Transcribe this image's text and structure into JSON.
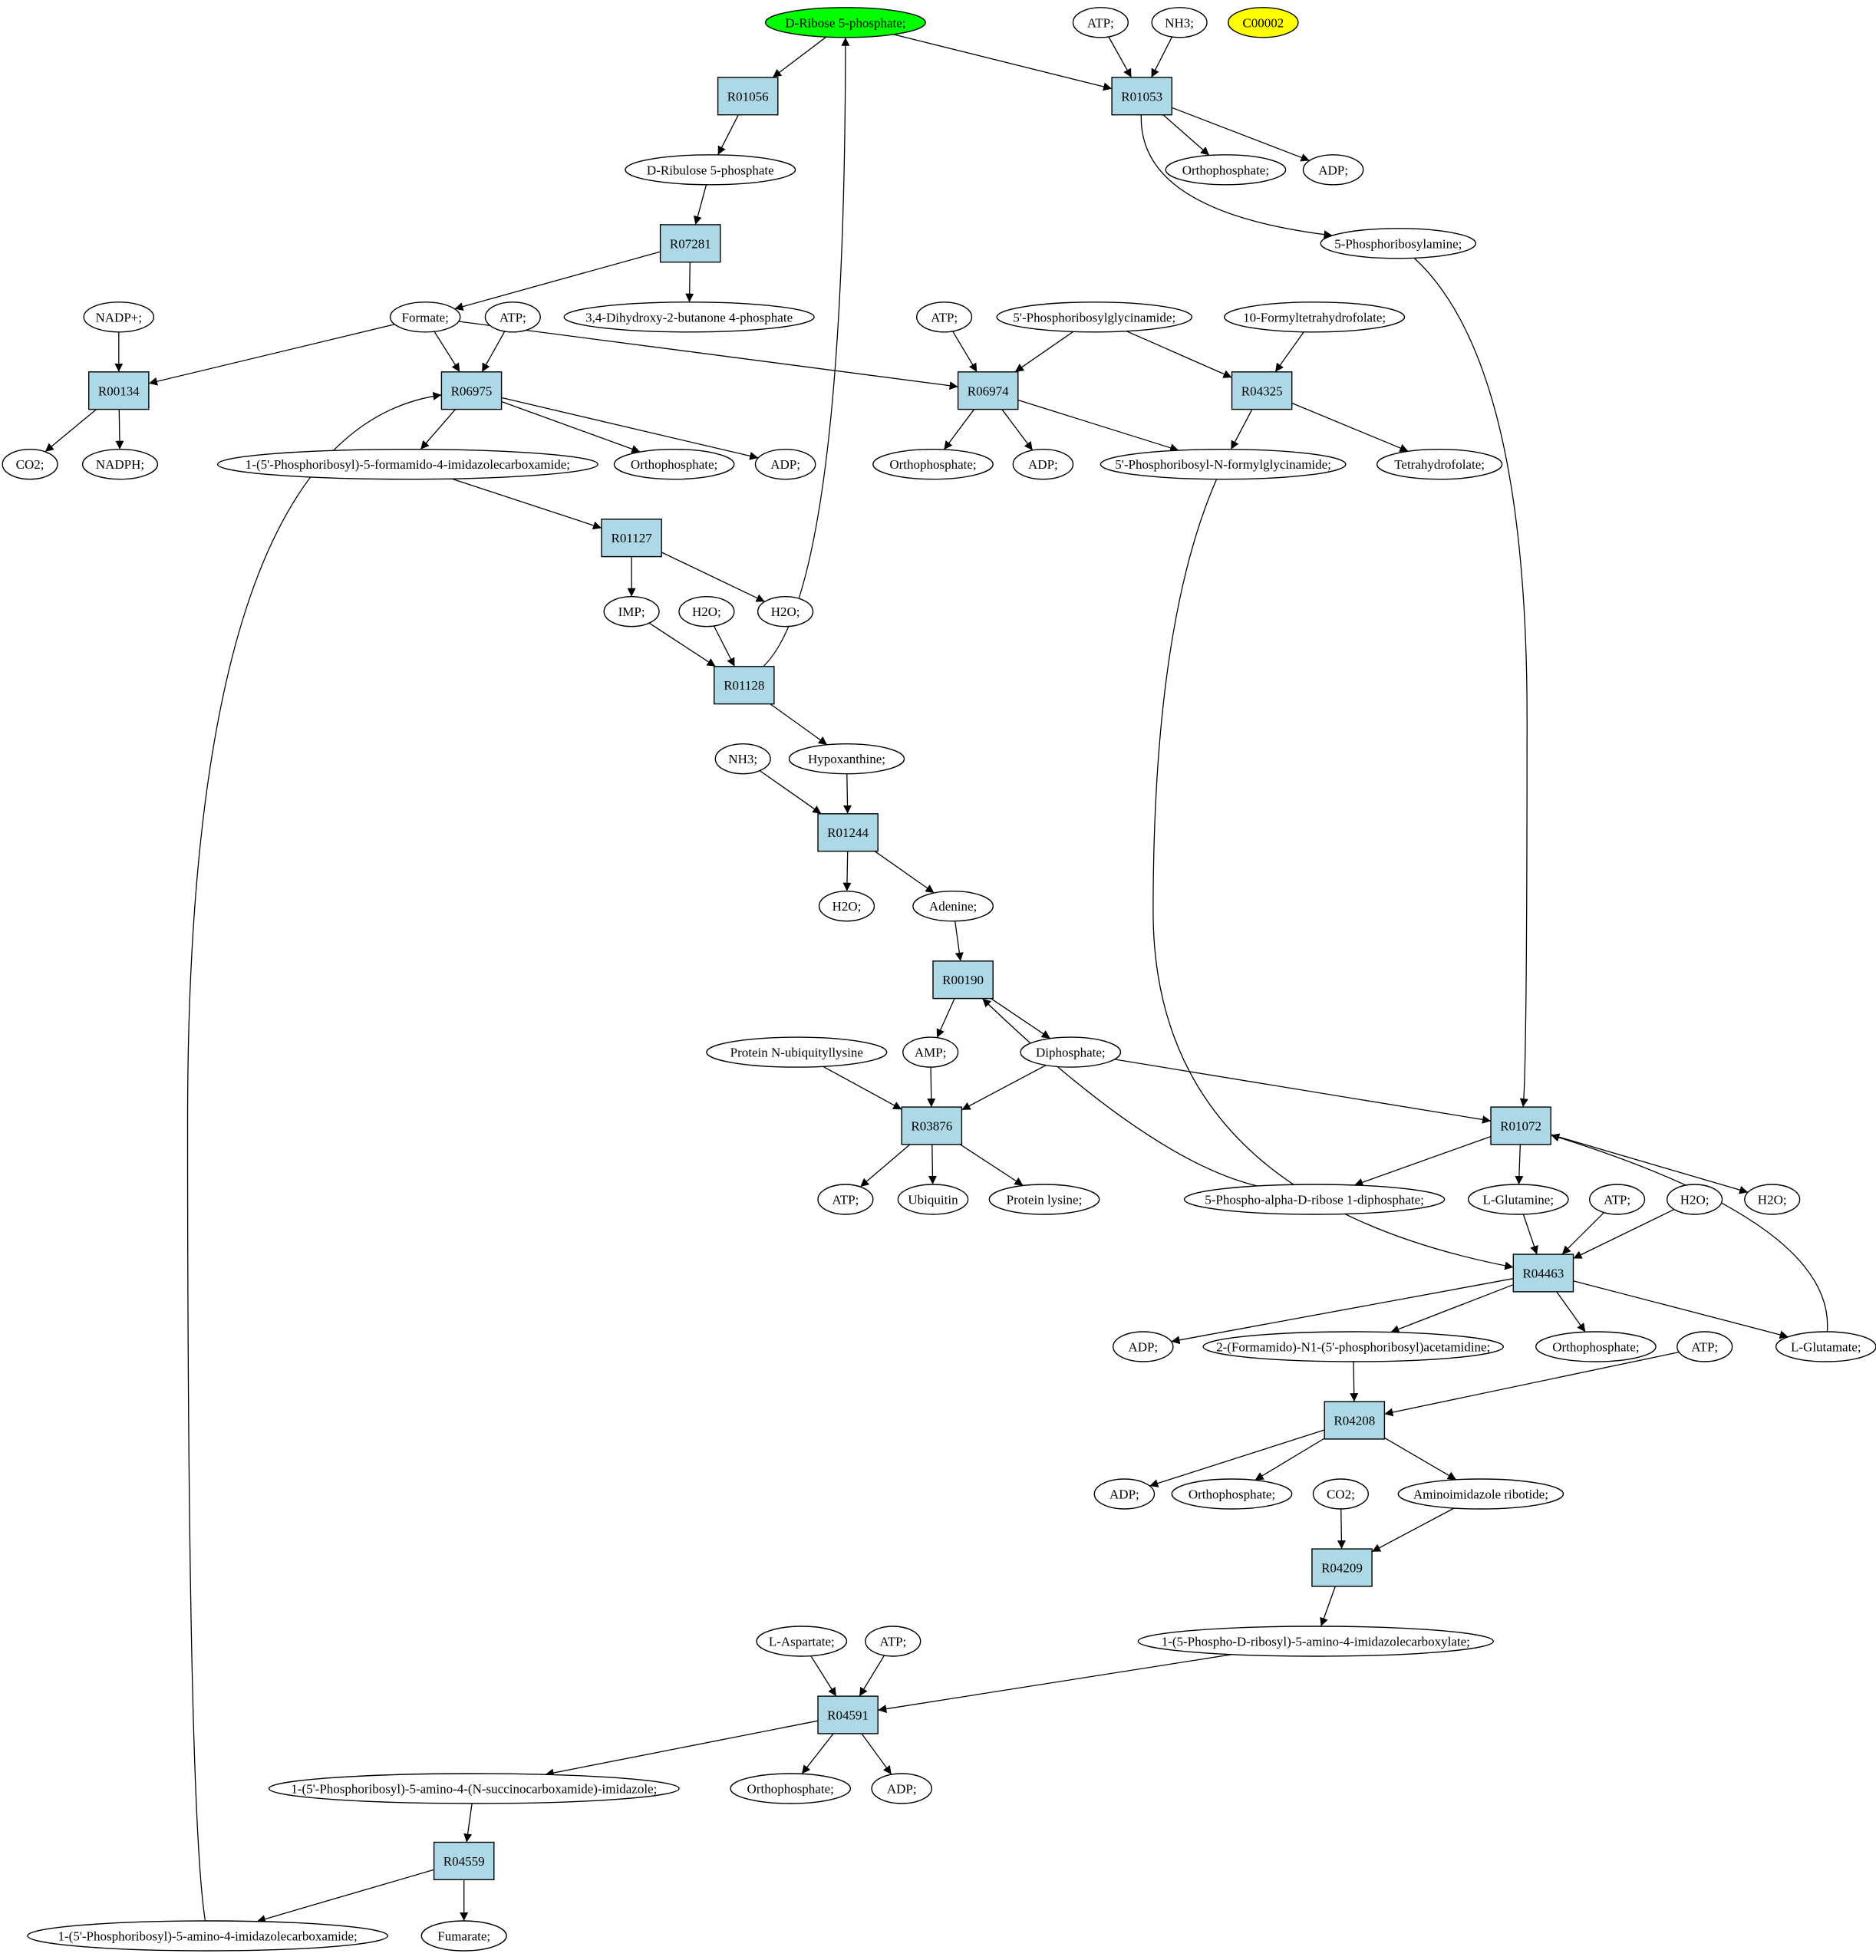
{
  "colors": {
    "highlight": "#00ff00",
    "extra": "#ffff00",
    "reaction": "#add8e6",
    "compound": "#ffffff",
    "line": "#000000"
  },
  "reactions": [
    "R01056",
    "R01053",
    "R07281",
    "R00134",
    "R06975",
    "R06974",
    "R04325",
    "R01127",
    "R01128",
    "R01244",
    "R00190",
    "R03876",
    "R01072",
    "R04463",
    "R04208",
    "R04209",
    "R04591",
    "R04559"
  ],
  "compounds": {
    "ribose5p": {
      "label": "D-Ribose 5-phosphate;",
      "style": "highlight"
    },
    "c00002": {
      "label": "C00002",
      "style": "extra"
    },
    "atp_top": {
      "label": "ATP;"
    },
    "nh3_top": {
      "label": "NH3;"
    },
    "ribulose5p": {
      "label": "D-Ribulose 5-phosphate"
    },
    "orthophosphate_1053": {
      "label": "Orthophosphate;"
    },
    "adp_1053": {
      "label": "ADP;"
    },
    "phosphoribosylamine": {
      "label": "5-Phosphoribosylamine;"
    },
    "nadp": {
      "label": "NADP+;"
    },
    "formate": {
      "label": "Formate;"
    },
    "atp_6975": {
      "label": "ATP;"
    },
    "butanone4p": {
      "label": "3,4-Dihydroxy-2-butanone 4-phosphate"
    },
    "atp_6974": {
      "label": "ATP;"
    },
    "gar": {
      "label": "5'-Phosphoribosylglycinamide;"
    },
    "formylthf": {
      "label": "10-Formyltetrahydrofolate;"
    },
    "co2_0134": {
      "label": "CO2;"
    },
    "nadph": {
      "label": "NADPH;"
    },
    "faicar": {
      "label": "1-(5'-Phosphoribosyl)-5-formamido-4-imidazolecarboxamide;"
    },
    "orthophosphate_6975": {
      "label": "Orthophosphate;"
    },
    "adp_6975": {
      "label": "ADP;"
    },
    "orthophosphate_6974": {
      "label": "Orthophosphate;"
    },
    "adp_6974": {
      "label": "ADP;"
    },
    "fgar": {
      "label": "5'-Phosphoribosyl-N-formylglycinamide;"
    },
    "thf": {
      "label": "Tetrahydrofolate;"
    },
    "imp": {
      "label": "IMP;"
    },
    "h2o_1128": {
      "label": "H2O;"
    },
    "h2o_1127": {
      "label": "H2O;"
    },
    "nh3_1244": {
      "label": "NH3;"
    },
    "hypoxanthine": {
      "label": "Hypoxanthine;"
    },
    "h2o_1244": {
      "label": "H2O;"
    },
    "adenine": {
      "label": "Adenine;"
    },
    "protein_ubiq": {
      "label": "Protein N-ubiquityllysine"
    },
    "amp": {
      "label": "AMP;"
    },
    "diphosphate": {
      "label": "Diphosphate;"
    },
    "atp_3876": {
      "label": "ATP;"
    },
    "ubiquitin": {
      "label": "Ubiquitin"
    },
    "protein_lysine": {
      "label": "Protein lysine;"
    },
    "prpp": {
      "label": "5-Phospho-alpha-D-ribose 1-diphosphate;"
    },
    "glutamine": {
      "label": "L-Glutamine;"
    },
    "atp_4463": {
      "label": "ATP;"
    },
    "h2o_4463": {
      "label": "H2O;"
    },
    "h2o_1072": {
      "label": "H2O;"
    },
    "adp_4463": {
      "label": "ADP;"
    },
    "fgam": {
      "label": "2-(Formamido)-N1-(5'-phosphoribosyl)acetamidine;"
    },
    "orthophosphate_4463": {
      "label": "Orthophosphate;"
    },
    "glutamate": {
      "label": "L-Glutamate;"
    },
    "atp_4208": {
      "label": "ATP;"
    },
    "adp_4208": {
      "label": "ADP;"
    },
    "orthophosphate_4208": {
      "label": "Orthophosphate;"
    },
    "co2_4209": {
      "label": "CO2;"
    },
    "air": {
      "label": "Aminoimidazole ribotide;"
    },
    "cair": {
      "label": "1-(5-Phospho-D-ribosyl)-5-amino-4-imidazolecarboxylate;"
    },
    "aspartate": {
      "label": "L-Aspartate;"
    },
    "atp_4591": {
      "label": "ATP;"
    },
    "saicar": {
      "label": "1-(5'-Phosphoribosyl)-5-amino-4-(N-succinocarboxamide)-imidazole;"
    },
    "orthophosphate_4591": {
      "label": "Orthophosphate;"
    },
    "adp_4591": {
      "label": "ADP;"
    },
    "aicar": {
      "label": "1-(5'-Phosphoribosyl)-5-amino-4-imidazolecarboxamide;"
    },
    "fumarate": {
      "label": "Fumarate;"
    }
  },
  "edges": [
    [
      "ribose5p",
      "R01056"
    ],
    [
      "ribose5p",
      "R01053"
    ],
    [
      "atp_top",
      "R01053"
    ],
    [
      "nh3_top",
      "R01053"
    ],
    [
      "R01056",
      "ribulose5p"
    ],
    [
      "R01053",
      "orthophosphate_1053"
    ],
    [
      "R01053",
      "adp_1053"
    ],
    [
      "R01053",
      "phosphoribosylamine"
    ],
    [
      "ribulose5p",
      "R07281"
    ],
    [
      "R07281",
      "formate"
    ],
    [
      "R07281",
      "butanone4p"
    ],
    [
      "nadp",
      "R00134"
    ],
    [
      "formate",
      "R00134"
    ],
    [
      "formate",
      "R06975"
    ],
    [
      "atp_6975",
      "R06975"
    ],
    [
      "formate",
      "R06974"
    ],
    [
      "atp_6974",
      "R06974"
    ],
    [
      "gar",
      "R06974"
    ],
    [
      "gar",
      "R04325"
    ],
    [
      "formylthf",
      "R04325"
    ],
    [
      "R00134",
      "co2_0134"
    ],
    [
      "R00134",
      "nadph"
    ],
    [
      "R06975",
      "faicar"
    ],
    [
      "R06975",
      "orthophosphate_6975"
    ],
    [
      "R06975",
      "adp_6975"
    ],
    [
      "R06974",
      "orthophosphate_6974"
    ],
    [
      "R06974",
      "adp_6974"
    ],
    [
      "R06974",
      "fgar"
    ],
    [
      "R04325",
      "fgar"
    ],
    [
      "R04325",
      "thf"
    ],
    [
      "faicar",
      "R01127"
    ],
    [
      "R01127",
      "imp"
    ],
    [
      "R01127",
      "h2o_1127"
    ],
    [
      "imp",
      "R01128"
    ],
    [
      "h2o_1128",
      "R01128"
    ],
    [
      "R01128",
      "ribose5p"
    ],
    [
      "R01128",
      "hypoxanthine"
    ],
    [
      "nh3_1244",
      "R01244"
    ],
    [
      "hypoxanthine",
      "R01244"
    ],
    [
      "R01244",
      "h2o_1244"
    ],
    [
      "R01244",
      "adenine"
    ],
    [
      "adenine",
      "R00190"
    ],
    [
      "R00190",
      "amp"
    ],
    [
      "R00190",
      "diphosphate"
    ],
    [
      "prpp",
      "R00190"
    ],
    [
      "protein_ubiq",
      "R03876"
    ],
    [
      "amp",
      "R03876"
    ],
    [
      "diphosphate",
      "R03876"
    ],
    [
      "R03876",
      "atp_3876"
    ],
    [
      "R03876",
      "ubiquitin"
    ],
    [
      "R03876",
      "protein_lysine"
    ],
    [
      "diphosphate",
      "R01072"
    ],
    [
      "phosphoribosylamine",
      "R01072"
    ],
    [
      "glutamate",
      "R01072"
    ],
    [
      "R01072",
      "prpp"
    ],
    [
      "R01072",
      "glutamine"
    ],
    [
      "R01072",
      "h2o_1072"
    ],
    [
      "glutamine",
      "R04463"
    ],
    [
      "atp_4463",
      "R04463"
    ],
    [
      "h2o_4463",
      "R04463"
    ],
    [
      "fgar",
      "R04463"
    ],
    [
      "R04463",
      "adp_4463"
    ],
    [
      "R04463",
      "fgam"
    ],
    [
      "R04463",
      "orthophosphate_4463"
    ],
    [
      "R04463",
      "glutamate"
    ],
    [
      "fgam",
      "R04208"
    ],
    [
      "atp_4208",
      "R04208"
    ],
    [
      "R04208",
      "adp_4208"
    ],
    [
      "R04208",
      "orthophosphate_4208"
    ],
    [
      "R04208",
      "air"
    ],
    [
      "co2_4209",
      "R04209"
    ],
    [
      "air",
      "R04209"
    ],
    [
      "R04209",
      "cair"
    ],
    [
      "cair",
      "R04591"
    ],
    [
      "aspartate",
      "R04591"
    ],
    [
      "atp_4591",
      "R04591"
    ],
    [
      "R04591",
      "saicar"
    ],
    [
      "R04591",
      "orthophosphate_4591"
    ],
    [
      "R04591",
      "adp_4591"
    ],
    [
      "saicar",
      "R04559"
    ],
    [
      "R04559",
      "aicar"
    ],
    [
      "R04559",
      "fumarate"
    ],
    [
      "aicar",
      "R06975"
    ]
  ]
}
